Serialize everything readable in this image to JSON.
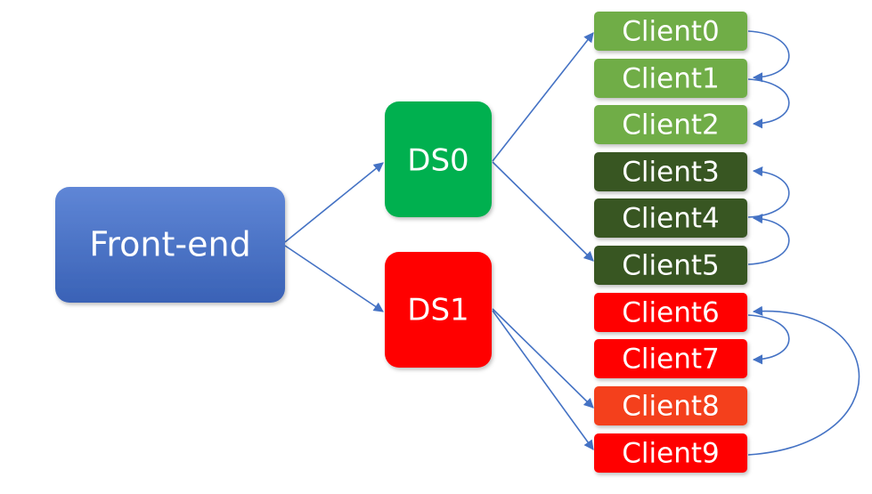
{
  "diagram": {
    "nodes": {
      "frontend": {
        "label": "Front-end",
        "color": "#4472C4"
      },
      "ds0": {
        "label": "DS0",
        "color": "#00B050"
      },
      "ds1": {
        "label": "DS1",
        "color": "#FF0000"
      }
    },
    "clients": [
      {
        "label": "Client0",
        "color": "#70AD47"
      },
      {
        "label": "Client1",
        "color": "#70AD47"
      },
      {
        "label": "Client2",
        "color": "#70AD47"
      },
      {
        "label": "Client3",
        "color": "#375623"
      },
      {
        "label": "Client4",
        "color": "#375623"
      },
      {
        "label": "Client5",
        "color": "#375623"
      },
      {
        "label": "Client6",
        "color": "#FF0000"
      },
      {
        "label": "Client7",
        "color": "#FF0000"
      },
      {
        "label": "Client8",
        "color": "#F4401F"
      },
      {
        "label": "Client9",
        "color": "#FF0000"
      }
    ],
    "edge_color": "#4472C4"
  }
}
